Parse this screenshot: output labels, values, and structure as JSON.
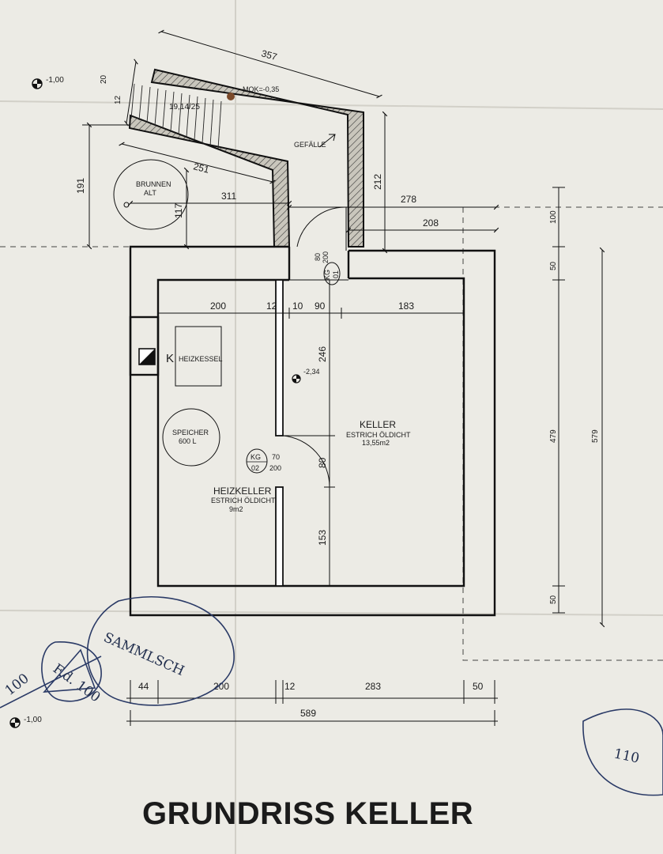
{
  "title": "GRUNDRISS KELLER",
  "levels": {
    "outside_left_top": "-1,00",
    "outside_left_bottom": "-1,00",
    "entry_mok": "MOK=-0,35",
    "floor": "-2,34"
  },
  "stair": {
    "steps": "19,14/25",
    "gefaelle": "GEFÄLLE"
  },
  "rooms": {
    "heizkeller": {
      "name": "HEIZKELLER",
      "floor": "ESTRICH ÖLDICHT",
      "area": "9m2"
    },
    "keller": {
      "name": "KELLER",
      "floor": "ESTRICH ÖLDICHT",
      "area": "13,55m2"
    }
  },
  "fixtures": {
    "brunnen": [
      "BRUNNEN",
      "ALT"
    ],
    "heizkessel": "HEIZKESSEL",
    "speicher": [
      "SPEICHER",
      "600 L"
    ],
    "kamin_label": "K"
  },
  "doors": {
    "kg01": {
      "tag": "KG",
      "number": "01",
      "size": [
        "80",
        "200"
      ]
    },
    "kg02": {
      "tag": "KG",
      "number": "02",
      "size": [
        "70",
        "200"
      ]
    }
  },
  "dimensions": {
    "d357": "357",
    "d20": "20",
    "d12_stair": "12",
    "d191": "191",
    "d251": "251",
    "d117": "117",
    "d311": "311",
    "d212": "212",
    "d278": "278",
    "d208": "208",
    "d100": "100",
    "d50_top": "50",
    "d479": "479",
    "d579": "579",
    "d50_bottom": "50",
    "d200_int": "200",
    "d12_int": "12",
    "d10_int": "10",
    "d90_int": "90",
    "d183_int": "183",
    "d246": "246",
    "d80_door": "80",
    "d153": "153",
    "d44": "44",
    "d200_bot": "200",
    "d12_bot": "12",
    "d283": "283",
    "d50_bot": "50",
    "d589": "589"
  },
  "handwriting": {
    "note1": "SAMMLSCH",
    "note2": "100",
    "note3": "F.d. 100",
    "note4": "110"
  }
}
